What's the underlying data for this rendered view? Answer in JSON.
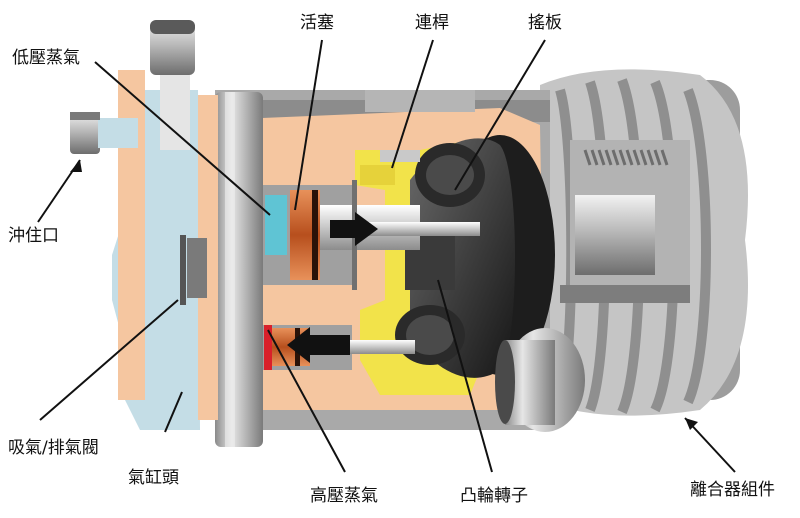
{
  "labels": {
    "piston": "活塞",
    "connecting_rod": "連桿",
    "swash_plate": "搖板",
    "low_pressure_vapor": "低壓蒸氣",
    "service_port": "沖住口",
    "suction_discharge_valve": "吸氣/排氣閥",
    "cylinder_head": "氣缸頭",
    "high_pressure_vapor": "高壓蒸氣",
    "cam_rotor": "凸輪轉子",
    "clutch_assembly": "離合器組件"
  },
  "colors": {
    "steel_light": "#d8d8d8",
    "steel_mid": "#a9a9a9",
    "steel_dark": "#5a5a5a",
    "housing_peach": "#f5c6a0",
    "head_blue": "#c4dde6",
    "low_pressure_cyan": "#5fc4d4",
    "high_pressure_red": "#d9202a",
    "oil_yellow": "#f2e34a",
    "piston_copper": "#c8602a",
    "arrow_black": "#111111"
  }
}
